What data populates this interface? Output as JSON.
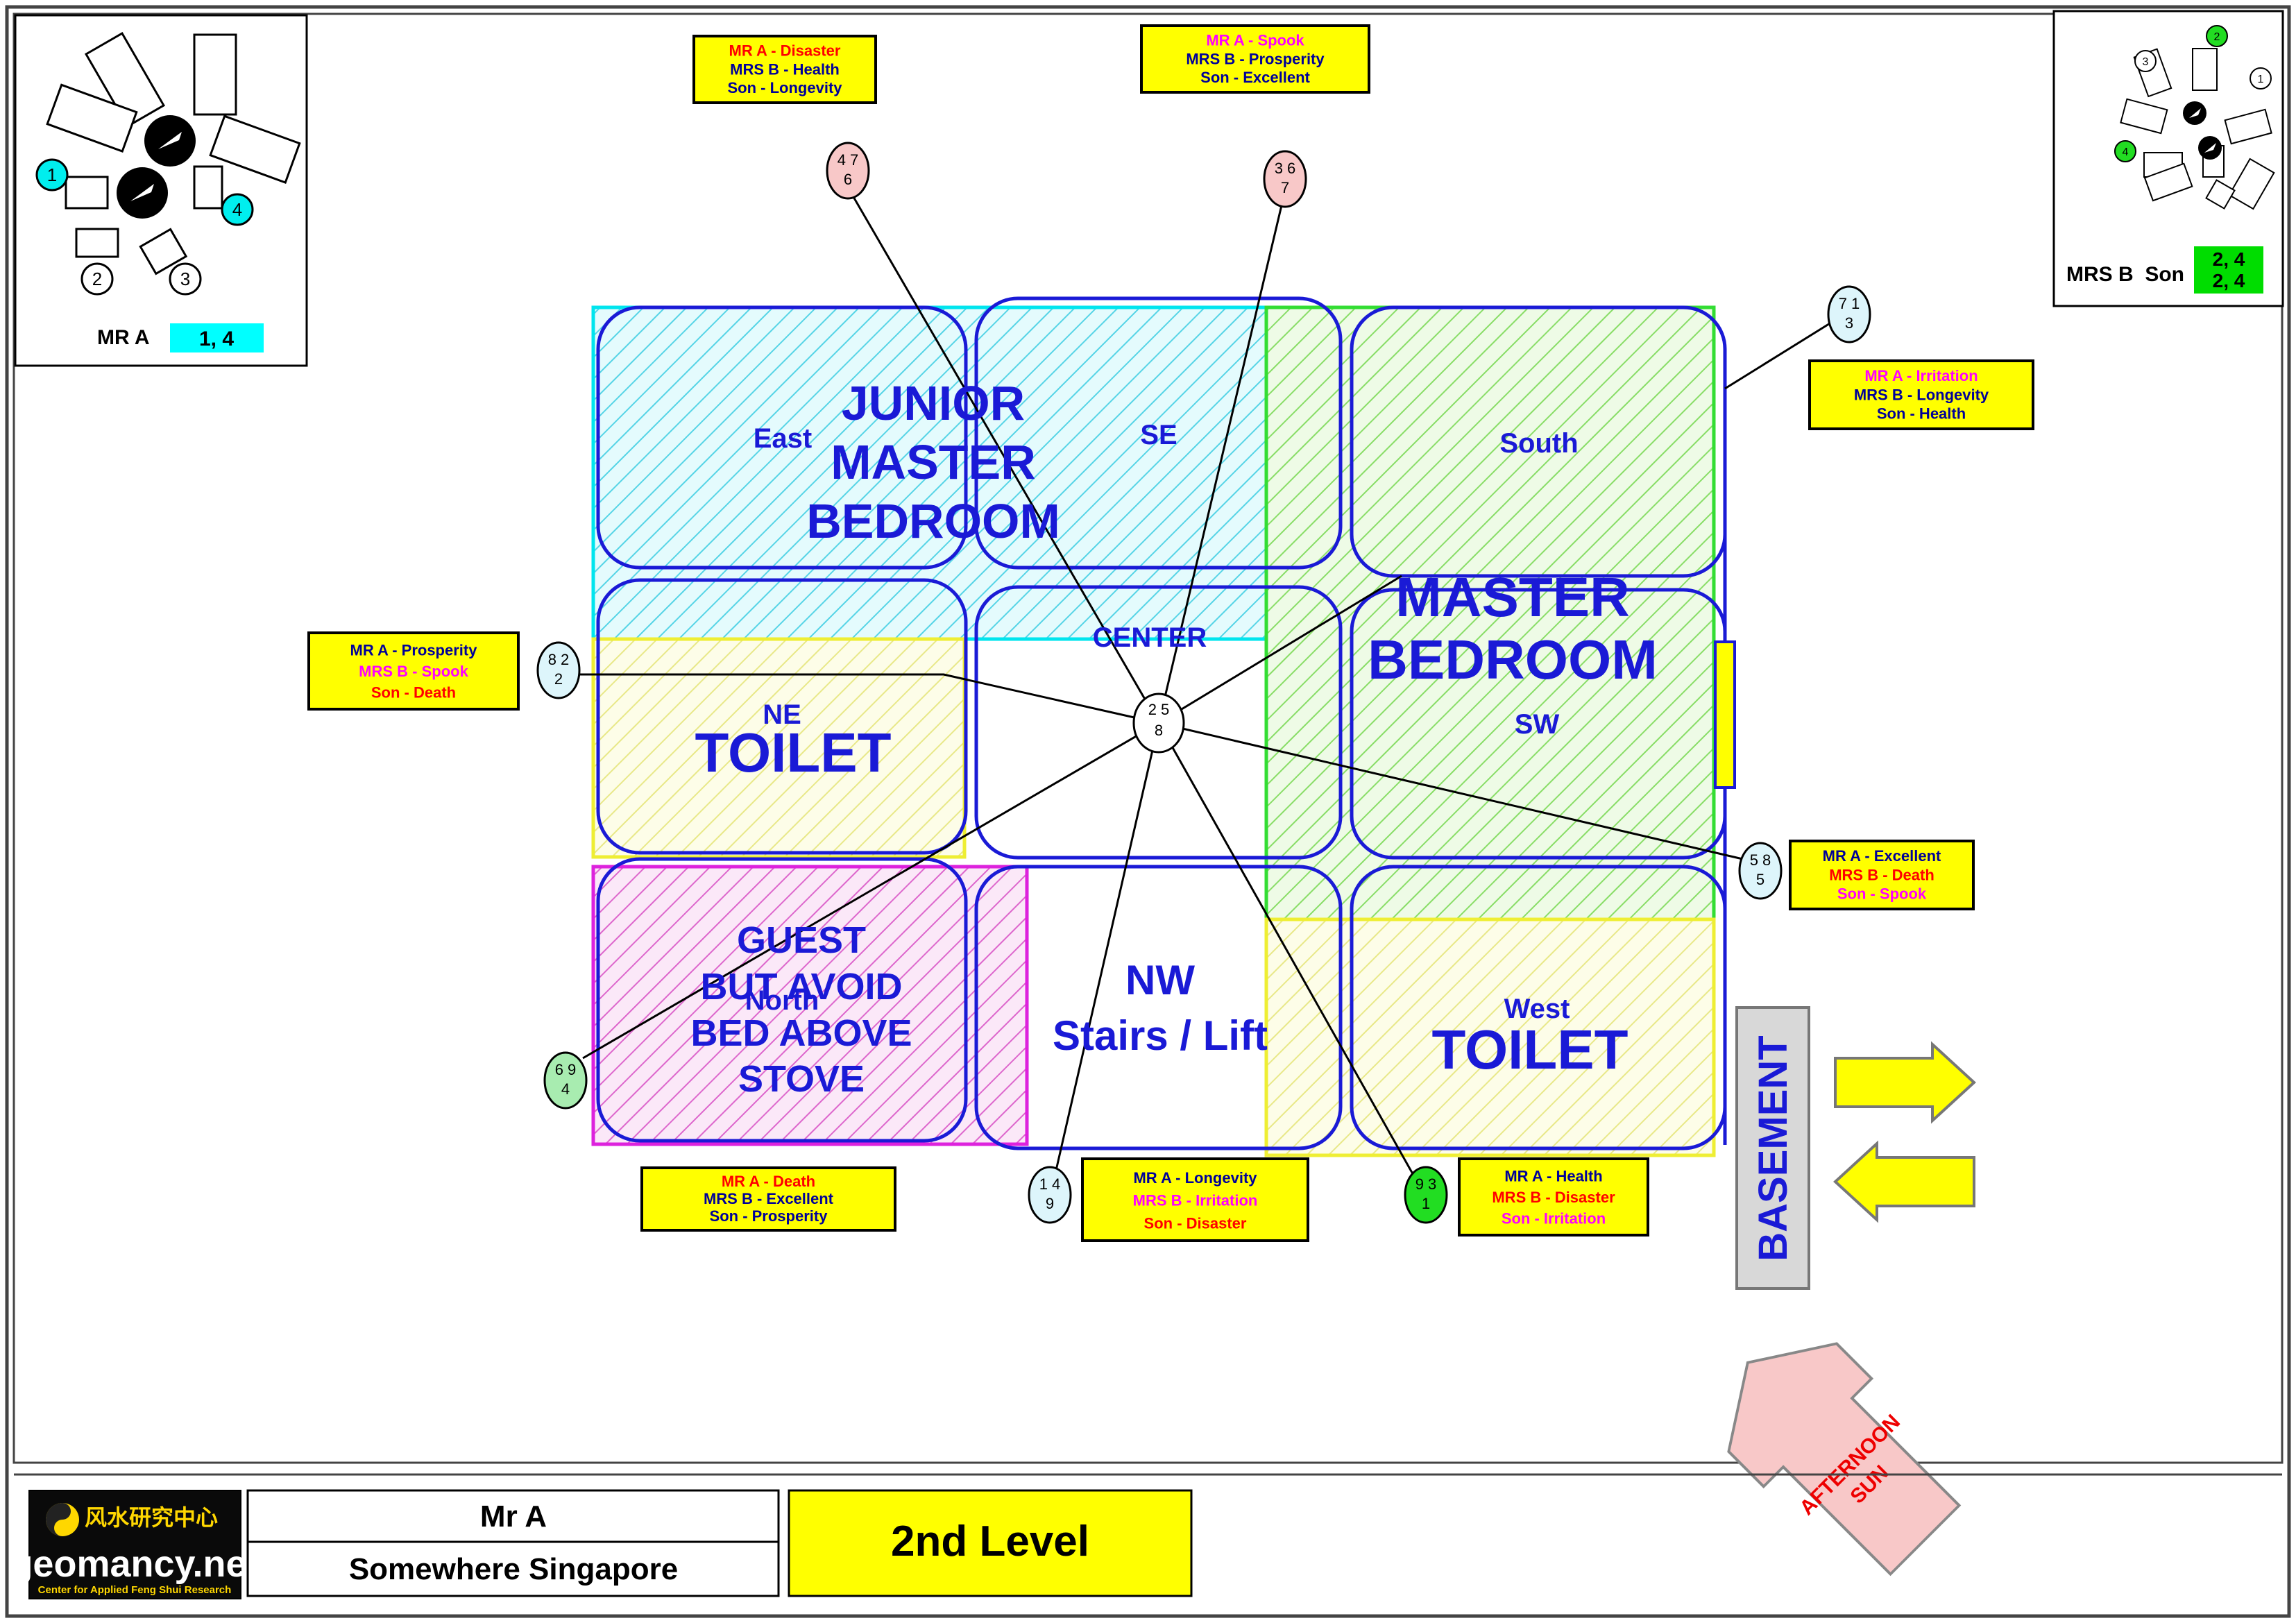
{
  "rooms": {
    "junior_master_line1": "JUNIOR",
    "junior_master_line2": "MASTER",
    "junior_master_line3": "BEDROOM",
    "master_line1": "MASTER",
    "master_line2": "BEDROOM",
    "toilet_ne": "TOILET",
    "toilet_west": "TOILET",
    "guest_line1": "GUEST",
    "guest_line2": "BUT AVOID",
    "guest_line3": "BED ABOVE",
    "guest_line4": "STOVE",
    "stairs_line1": "NW",
    "stairs_line2": "Stairs / Lift",
    "basement": "BASEMENT"
  },
  "sectors": {
    "east": "East",
    "se": "SE",
    "south": "South",
    "center": "CENTER",
    "ne": "NE",
    "sw": "SW",
    "north": "North",
    "west": "West"
  },
  "stars": {
    "center": [
      "2 5",
      "8"
    ],
    "se": [
      "3 6",
      "7"
    ],
    "east": [
      "4 7",
      "6"
    ],
    "south": [
      "7 1",
      "3"
    ],
    "ne": [
      "8 2",
      "2"
    ],
    "sw": [
      "5 8",
      "5"
    ],
    "north": [
      "6 9",
      "4"
    ],
    "nw": [
      "1 4",
      "9"
    ],
    "west": [
      "9 3",
      "1"
    ]
  },
  "boxes": {
    "east": [
      {
        "who": "MR A -",
        "what": "Disaster",
        "color": "#ff0000"
      },
      {
        "who": "MRS B -",
        "what": "Health",
        "color": "#000099"
      },
      {
        "who": "Son -",
        "what": "Longevity",
        "color": "#000099"
      }
    ],
    "se": [
      {
        "who": "MR A -",
        "what": "Spook",
        "color": "#ff00ff"
      },
      {
        "who": "MRS B -",
        "what": "Prosperity",
        "color": "#000099"
      },
      {
        "who": "Son -",
        "what": "Excellent",
        "color": "#000099"
      }
    ],
    "south": [
      {
        "who": "MR A -",
        "what": "Irritation",
        "color": "#ff00ff"
      },
      {
        "who": "MRS B -",
        "what": "Longevity",
        "color": "#000099"
      },
      {
        "who": "Son -",
        "what": "Health",
        "color": "#000099"
      }
    ],
    "ne": [
      {
        "who": "MR A -",
        "what": "Prosperity",
        "color": "#000099"
      },
      {
        "who": "MRS B -",
        "what": "Spook",
        "color": "#ff00ff"
      },
      {
        "who": "Son -",
        "what": "Death",
        "color": "#ff0000"
      }
    ],
    "sw": [
      {
        "who": "MR A -",
        "what": "Excellent",
        "color": "#000099"
      },
      {
        "who": "MRS B -",
        "what": "Death",
        "color": "#ff0000"
      },
      {
        "who": "Son -",
        "what": "Spook",
        "color": "#ff00ff"
      }
    ],
    "north": [
      {
        "who": "MR A -",
        "what": "Death",
        "color": "#ff0000"
      },
      {
        "who": "MRS B -",
        "what": "Excellent",
        "color": "#000099"
      },
      {
        "who": "Son -",
        "what": "Prosperity",
        "color": "#000099"
      }
    ],
    "nw": [
      {
        "who": "MR A -",
        "what": "Longevity",
        "color": "#000099"
      },
      {
        "who": "MRS B -",
        "what": "Irritation",
        "color": "#ff00ff"
      },
      {
        "who": "Son -",
        "what": "Disaster",
        "color": "#ff0000"
      }
    ],
    "west": [
      {
        "who": "MR A -",
        "what": "Health",
        "color": "#000099"
      },
      {
        "who": "MRS B -",
        "what": "Disaster",
        "color": "#ff0000"
      },
      {
        "who": "Son -",
        "what": "Irritation",
        "color": "#ff00ff"
      }
    ]
  },
  "legend_left": {
    "label": "MR A",
    "value": "1, 4",
    "numbers": [
      "1",
      "2",
      "3",
      "4"
    ]
  },
  "legend_right": {
    "label": "MRS B  Son",
    "value_line1": "2, 4",
    "value_line2": "2, 4",
    "numbers": [
      "1",
      "2",
      "3",
      "4"
    ]
  },
  "title_block": {
    "logo_text": "geomancy.net",
    "logo_cjk": "风水研究中心",
    "logo_subtitle": "Center for Applied Feng Shui Research",
    "client": "Mr A",
    "location": "Somewhere Singapore",
    "level": "2nd Level"
  },
  "afternoon_sun_line1": "AFTERNOON",
  "afternoon_sun_line2": "SUN",
  "colors": {
    "wall_blue": "#1a1ad6",
    "cyan": "#00e5ee",
    "green": "#33dd33",
    "yellow": "#eeee33",
    "magenta": "#dd22dd",
    "label_yellow": "#ffff00",
    "cyan_legend": "#00ffff",
    "green_legend": "#00dd00",
    "salmon": "#f8c8c8"
  }
}
